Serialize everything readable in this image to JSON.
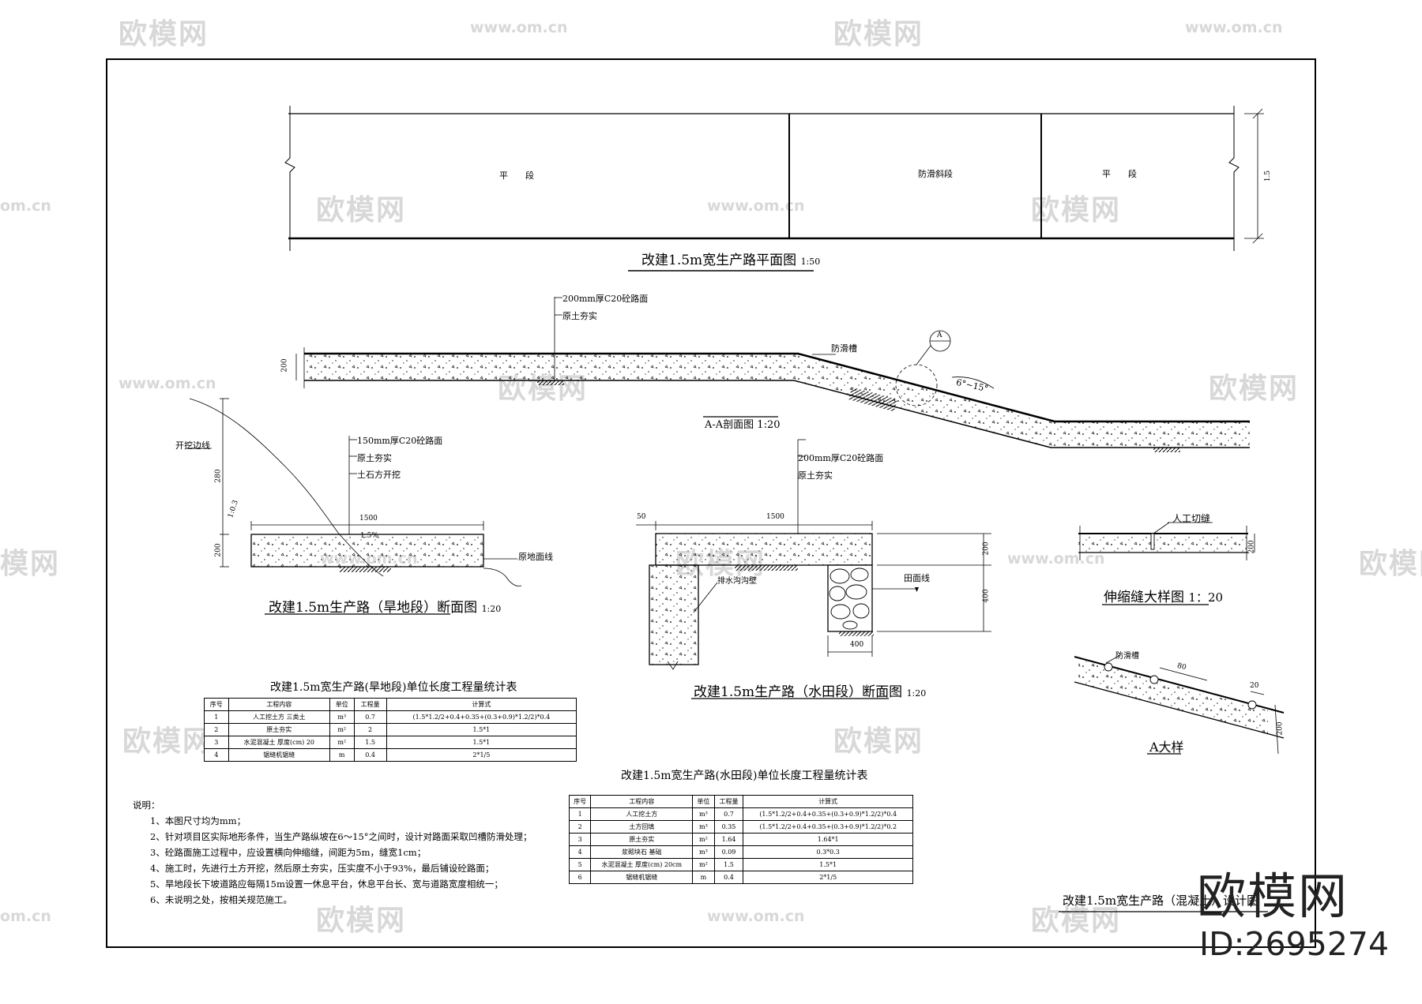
{
  "watermark": {
    "brand": "欧模网",
    "url": "www.om.cn",
    "url_fragment": "om.cn",
    "brand_fragment": "模网"
  },
  "plan_view": {
    "title": "改建1.5m宽生产路平面图",
    "scale": "1:50",
    "seg_flat_left": "平　　段",
    "seg_slope": "防滑斜段",
    "seg_flat_right": "平　　段",
    "width_dim": "1.5"
  },
  "section_aa": {
    "title": "A-A剖面图 1:20",
    "layer_top": "200mm厚C20砼路面",
    "layer_base": "原土夯实",
    "antiskid": "防滑槽",
    "slope_label": "6°~15°",
    "thickness": "200",
    "callout": "A"
  },
  "dry_section": {
    "title": "改建1.5m生产路（旱地段）断面图",
    "scale": "1:20",
    "layer_top": "150mm厚C20砼路面",
    "layer_base": "原土夯实",
    "layer_cut": "土石方开挖",
    "cut_line": "开挖边线",
    "ground_line": "原地面线",
    "width": "1500",
    "thickness": "200",
    "height": "280",
    "slope": "1:0.3",
    "crossfall": "1.5%"
  },
  "paddy_section": {
    "title": "改建1.5m生产路（水田段）断面图",
    "scale": "1:20",
    "layer_top": "200mm厚C20砼路面",
    "layer_base": "原土夯实",
    "ditch_wall": "排水沟沟壁",
    "field_line": "田面线",
    "edge": "50",
    "width": "1500",
    "thickness": "200",
    "wall_height": "400",
    "wall_width": "400"
  },
  "joint_detail": {
    "title": "伸缩缝大样图",
    "scale": "1：20",
    "cut_joint": "人工切缝",
    "thickness": "200"
  },
  "a_detail": {
    "title": "A大样",
    "groove": "防滑槽",
    "spacing": "80",
    "depth": "20",
    "thickness": "200"
  },
  "dry_table": {
    "title": "改建1.5m宽生产路(旱地段)单位长度工程量统计表",
    "headers": [
      "序号",
      "工程内容",
      "单位",
      "工程量",
      "计算式"
    ],
    "rows": [
      [
        "1",
        "人工挖土方 三类土",
        "m³",
        "0.7",
        "(1.5*1.2/2+0.4+0.35+(0.3+0.9)*1.2/2)*0.4"
      ],
      [
        "2",
        "原土夯实",
        "m²",
        "2",
        "1.5*1"
      ],
      [
        "3",
        "水泥混凝土 厚度(cm) 20",
        "m²",
        "1.5",
        "1.5*1"
      ],
      [
        "4",
        "锯缝机锯缝",
        "m",
        "0.4",
        "2*1/5"
      ]
    ]
  },
  "paddy_table": {
    "title": "改建1.5m宽生产路(水田段)单位长度工程量统计表",
    "headers": [
      "序号",
      "工程内容",
      "单位",
      "工程量",
      "计算式"
    ],
    "rows": [
      [
        "1",
        "人工挖土方",
        "m³",
        "0.7",
        "(1.5*1.2/2+0.4+0.35+(0.3+0.9)*1.2/2)*0.4"
      ],
      [
        "2",
        "土方回填",
        "m³",
        "0.35",
        "(1.5*1.2/2+0.4+0.35+(0.3+0.9)*1.2/2)*0.2"
      ],
      [
        "3",
        "原土夯实",
        "m²",
        "1.64",
        "1.64*1"
      ],
      [
        "4",
        "浆砌块石 基础",
        "m³",
        "0.09",
        "0.3*0.3"
      ],
      [
        "5",
        "水泥混凝土 厚度(cm) 20cm",
        "m²",
        "1.5",
        "1.5*1"
      ],
      [
        "6",
        "锯缝机锯缝",
        "m",
        "0.4",
        "2*1/5"
      ]
    ]
  },
  "notes": {
    "heading": "说明：",
    "items": [
      "1、本图尺寸均为mm；",
      "2、针对项目区实际地形条件，当生产路纵坡在6～15°之间时，设计对路面采取凹槽防滑处理；",
      "3、砼路面施工过程中，应设置横向伸缩缝，间距为5m，缝宽1cm；",
      "4、施工时，先进行土方开挖，然后原土夯实，压实度不小于93%，最后铺设砼路面；",
      "5、旱地段长下坡道路应每隔15m设置一休息平台，休息平台长、宽与道路宽度相统一；",
      "6、未说明之处，按相关规范施工。"
    ]
  },
  "sheet_title": "改建1.5m宽生产路（混凝土）设计图",
  "brand_logo": "欧模网",
  "brand_id": "ID:2695274"
}
